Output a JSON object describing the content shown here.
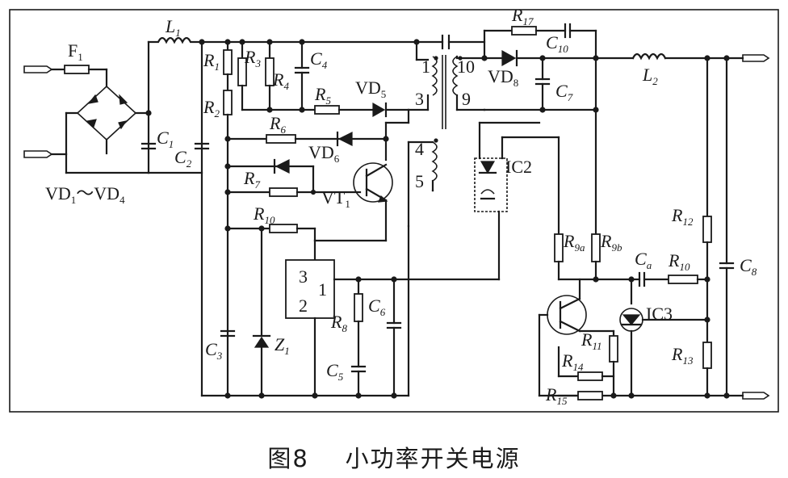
{
  "caption": {
    "figure_no": "图8",
    "title": "小功率开关电源"
  },
  "labels": {
    "F1": [
      "F",
      "1"
    ],
    "L1": [
      "L",
      "1"
    ],
    "L2": [
      "L",
      "2"
    ],
    "R1": [
      "R",
      "1"
    ],
    "R2": [
      "R",
      "2"
    ],
    "R3": [
      "R",
      "3"
    ],
    "R4": [
      "R",
      "4"
    ],
    "R5": [
      "R",
      "5"
    ],
    "R6": [
      "R",
      "6"
    ],
    "R7": [
      "R",
      "7"
    ],
    "R8": [
      "R",
      "8"
    ],
    "R10a": [
      "R",
      "10"
    ],
    "R10b": [
      "R",
      "10"
    ],
    "R11": [
      "R",
      "11"
    ],
    "R12": [
      "R",
      "12"
    ],
    "R13": [
      "R",
      "13"
    ],
    "R14": [
      "R",
      "14"
    ],
    "R15": [
      "R",
      "15"
    ],
    "R17": [
      "R",
      "17"
    ],
    "R9a": [
      "R",
      "9a"
    ],
    "R9b": [
      "R",
      "9b"
    ],
    "C1": [
      "C",
      "1"
    ],
    "C2": [
      "C",
      "2"
    ],
    "C3": [
      "C",
      "3"
    ],
    "C4": [
      "C",
      "4"
    ],
    "C5": [
      "C",
      "5"
    ],
    "C6": [
      "C",
      "6"
    ],
    "C7": [
      "C",
      "7"
    ],
    "C8": [
      "C",
      "8"
    ],
    "C10": [
      "C",
      "10"
    ],
    "Ca": [
      "C",
      "a"
    ],
    "VD5": [
      "VD",
      "5"
    ],
    "VD6": [
      "VD",
      "6"
    ],
    "VD8": [
      "VD",
      "8"
    ],
    "VT1": [
      "VT",
      "1"
    ],
    "Z1": [
      "Z",
      "1"
    ],
    "VD14": {
      "a": "VD",
      "a_sub": "1",
      "sep": "～",
      "b": "VD",
      "b_sub": "4"
    },
    "IC2": "IC2",
    "IC3": "IC3"
  },
  "pins": {
    "t1": "1",
    "t3": "3",
    "t4": "4",
    "t5": "5",
    "t9": "9",
    "t10": "10",
    "ic_3": "3",
    "ic_1": "1",
    "ic_2": "2"
  }
}
